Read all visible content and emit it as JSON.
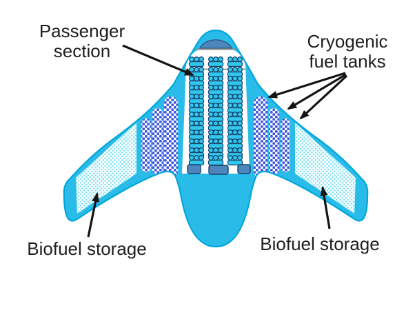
{
  "diagram": {
    "subject": "Blended wing body aircraft cutaway (top view)",
    "labels": {
      "passenger_section": {
        "line1": "Passenger",
        "line2": "section"
      },
      "cryogenic_fuel_tanks": {
        "line1": "Cryogenic",
        "line2": "fuel tanks"
      },
      "biofuel_storage_left": {
        "text": "Biofuel storage"
      },
      "biofuel_storage_right": {
        "text": "Biofuel storage"
      }
    },
    "components": {
      "seating": {
        "rows": 12,
        "groups_per_row": 3,
        "seats_per_group": 3
      },
      "cryo_tanks": {
        "left_count": 3,
        "right_count": 3
      },
      "biofuel_wings": 2,
      "galley_monuments": 3,
      "cockpit_windshield": 1
    },
    "colors": {
      "body": "#29BCE9",
      "body_outline": "#00A6DA",
      "cabin_bg": "#FFFFFF",
      "cockpit": "#4C86BD",
      "cockpit_outline": "#2C5B86",
      "divider_gray": "#8C8C8C",
      "seat_fill": "#31C6EC",
      "seat_outline": "#17406A",
      "monument_fill": "#4C86BD",
      "cryo_dot": "#3D55DF",
      "bio_dot": "#79DFF3",
      "arrow": "#141414",
      "label_text": "#1E1E1E"
    }
  }
}
